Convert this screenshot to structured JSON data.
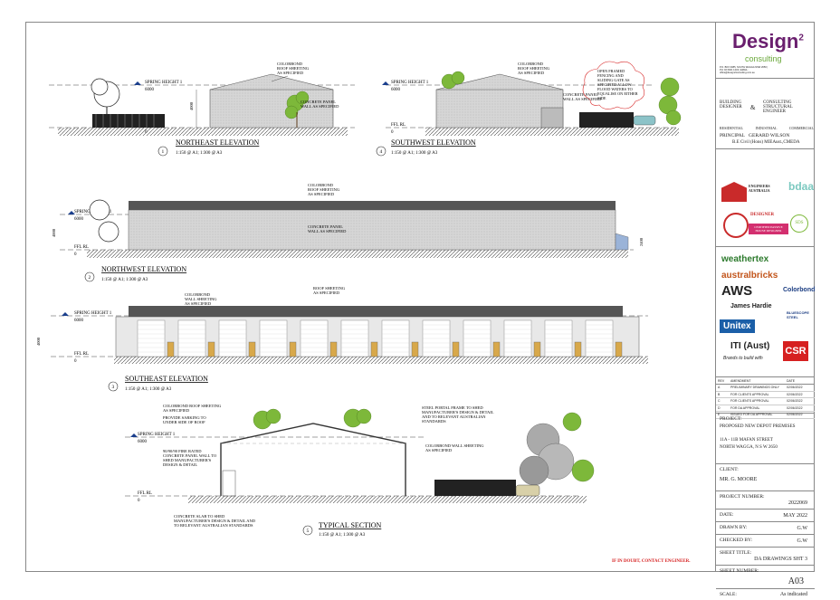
{
  "drawing": {
    "spring_height": "SPRING HEIGHT 1",
    "spring_val": "6000",
    "ffl": "FFL RL",
    "ffl_val": "0",
    "ne_title": "NORTHEAST ELEVATION",
    "ne_num": "1",
    "sw_title": "SOUTHWEST ELEVATION",
    "sw_num": "4",
    "nw_title": "NORTHWEST ELEVATION",
    "nw_num": "2",
    "se_title": "SOUTHEAST ELEVATION",
    "se_num": "3",
    "ts_title": "TYPICAL SECTION",
    "ts_num": "5",
    "scale_note": "1:150 @ A1; 1:300 @ A3",
    "note_colorbond_roof": "COLORBOND ROOF SHEETING AS SPECIFIED",
    "note_concrete_wall": "CONCRETE PANEL WALL AS SPECIFIED",
    "note_open_fence": "OPEN FRAMED FENCING AND SLIDING GATE AS SPECIFIED ALLOW FLOOD WATERS TO EQUALISE ON EITHER SIDE",
    "note_colorbond_wall": "COLORBOND WALL SHEETING AS SPECIFIED",
    "note_roof_sheeting": "ROOF SHEETING AS SPECIFIED",
    "note_roof_sect": "COLORBOND ROOF SHEETING AS SPECIFIED",
    "note_sarking": "PROVIDE SARKING TO UNDER SIDE OF ROOF",
    "note_fire_wall": "90/90/90 FIRE RATED CONCRETE PANEL WALL TO SHED MANUFACTURER'S DESIGN & DETAIL",
    "note_slab": "CONCRETE SLAB TO SHED MANUFACTURER'S DESIGN & DETAIL AND TO RELEVANT AUSTRALIAN STANDARDS",
    "note_portal": "STEEL PORTAL FRAME TO SHED MANUFACTURER'S DESIGN & DETAIL AND TO RELEVANT AUSTRALIAN STANDARDS",
    "note_wall_sect": "COLORBOND WALL SHEETING AS SPECIFIED",
    "note_doubt": "IF IN DOUBT, CONTACT ENGINEER.",
    "dim_4000": "4000",
    "dim_6000": "6000",
    "dim_2400": "2400"
  },
  "title_block": {
    "logo_main": "Design",
    "logo_sup": "2",
    "logo_sub": "consulting",
    "contact": "P.O. BOX 3085, SOUTH WAGGA NSW 2650 | PH: 02 6921 1234 | EMAIL: office@design2consulting.com.au",
    "building_designer": "BUILDING DESIGNER",
    "amp": "&",
    "consulting_engineer": "CONSULTING STRUCTURAL ENGINEER",
    "sectors": [
      "RESIDENTIAL",
      "INDUSTRIAL",
      "COMMERCIAL"
    ],
    "principal_label": "PRINCIPAL",
    "principal_name": "GERARD WILSON",
    "qualifications": "B.E Civil (Hons) MIEAust.,CMEDA",
    "engineers_aus": "ENGINEERS AUSTRALIA",
    "bdaa": "bdaa",
    "sds": "SDS",
    "designer_badge": "DESIGNER",
    "passive_house": "CERTIFIED PASSIVE HOUSE DESIGNER",
    "sponsors": [
      "weathertex",
      "australbricks",
      "AWS",
      "Colorbond",
      "James Hardie",
      "BLUESCOPE STEEL",
      "Unitex",
      "ITI (Aust)",
      "CSR"
    ],
    "iti_tag": "Brands to build with",
    "rev_headers": [
      "REV",
      "AMENDMENT",
      "DATE"
    ],
    "rev_rows": [
      [
        "A",
        "PRELIMINARY DRAWINGS ONLY",
        "02/06/2022"
      ],
      [
        "B",
        "FOR CLIENTS APPROVAL",
        "02/06/2022"
      ],
      [
        "C",
        "FOR CLIENTS APPROVAL",
        "02/06/2022"
      ],
      [
        "D",
        "FOR DA APPROVAL",
        "02/06/2022"
      ],
      [
        "E",
        "ISSUED FOR DA APPROVAL",
        "02/06/2022"
      ]
    ],
    "project_label": "PROJECT:",
    "project_name": "PROPOSED NEW DEPOT PREMISES",
    "project_addr1": "11A - 11B MAFAN STREET",
    "project_addr2": "NORTH WAGGA, N S W 2650",
    "client_label": "CLIENT:",
    "client_name": "MR. G. MOORE",
    "project_number_label": "PROJECT NUMBER:",
    "project_number": "2022069",
    "date_label": "DATE:",
    "date": "MAY 2022",
    "drawn_label": "DRAWN BY:",
    "drawn": "G.W",
    "checked_label": "CHECKED BY:",
    "checked": "G.W",
    "sheet_title_label": "SHEET TITLE:",
    "sheet_title": "DA DRAWINGS SHT 3",
    "sheet_number_label": "SHEET NUMBER:",
    "sheet_number": "A03",
    "scale_label": "SCALE:",
    "scale": "As indicated"
  },
  "colors": {
    "brand": "#6a1f6e",
    "roof": "#555555",
    "wall": "#c9c9c9",
    "tree": "#7db83a",
    "doubt": "#d62020"
  }
}
